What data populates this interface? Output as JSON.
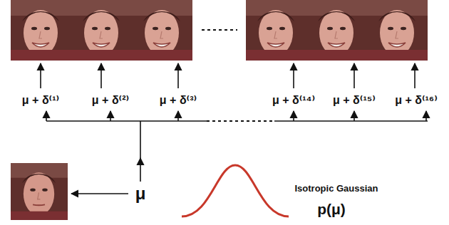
{
  "diagram": {
    "labels": [
      "μ + δ⁽¹⁾",
      "μ + δ⁽²⁾",
      "μ + δ⁽³⁾",
      "μ + δ⁽¹⁴⁾",
      "μ + δ⁽¹⁵⁾",
      "μ + δ⁽¹⁶⁾",
      "μ",
      "Isotropic Gaussian",
      "p(μ)"
    ]
  }
}
